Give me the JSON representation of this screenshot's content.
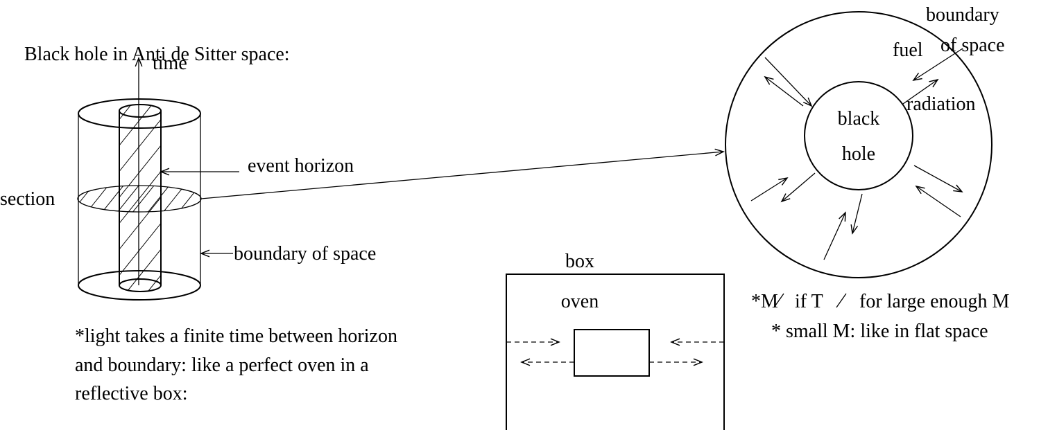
{
  "title": "Black hole in Anti de Sitter space:",
  "cylinder": {
    "time_label": "time",
    "event_horizon_label": "event horizon",
    "section_label": "section",
    "boundary_label": "boundary of space"
  },
  "note_light": [
    "*light takes a finite time between horizon",
    "and boundary: like a perfect oven in a",
    "reflective box:"
  ],
  "box_diagram": {
    "box_label": "box",
    "oven_label": "oven"
  },
  "disk": {
    "boundary_label_line1": "boundary",
    "boundary_label_line2": "of space",
    "fuel_label": "fuel",
    "radiation_label": "radiation",
    "black_hole_line1": "black",
    "black_hole_line2": "hole"
  },
  "notes_right": {
    "line1_prefix": "*M",
    "line1_if": "if T",
    "line1_rest": "for large enough M",
    "line2": "* small M: like in flat space"
  },
  "colors": {
    "ink": "#000000",
    "background": "#ffffff"
  }
}
